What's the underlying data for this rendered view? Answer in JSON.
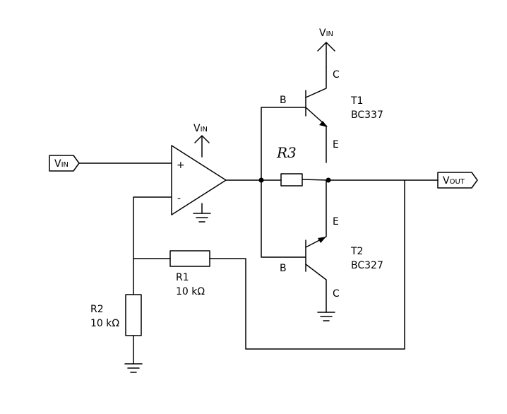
{
  "supply_top": {
    "main": "V",
    "sub": "IN"
  },
  "supply_opamp": {
    "main": "V",
    "sub": "IN"
  },
  "input_port": {
    "main": "V",
    "sub": "IN"
  },
  "output_port": {
    "main": "V",
    "sub": "OUT"
  },
  "opamp": {
    "plus": "+",
    "minus": "-"
  },
  "t1": {
    "name": "T1",
    "part": "BC337",
    "b": "B",
    "c": "C",
    "e": "E"
  },
  "t2": {
    "name": "T2",
    "part": "BC327",
    "b": "B",
    "c": "C",
    "e": "E"
  },
  "r1": {
    "name": "R1",
    "value": "10 kΩ"
  },
  "r2": {
    "name": "R2",
    "value": "10 kΩ"
  },
  "r3": {
    "name": "R3"
  }
}
